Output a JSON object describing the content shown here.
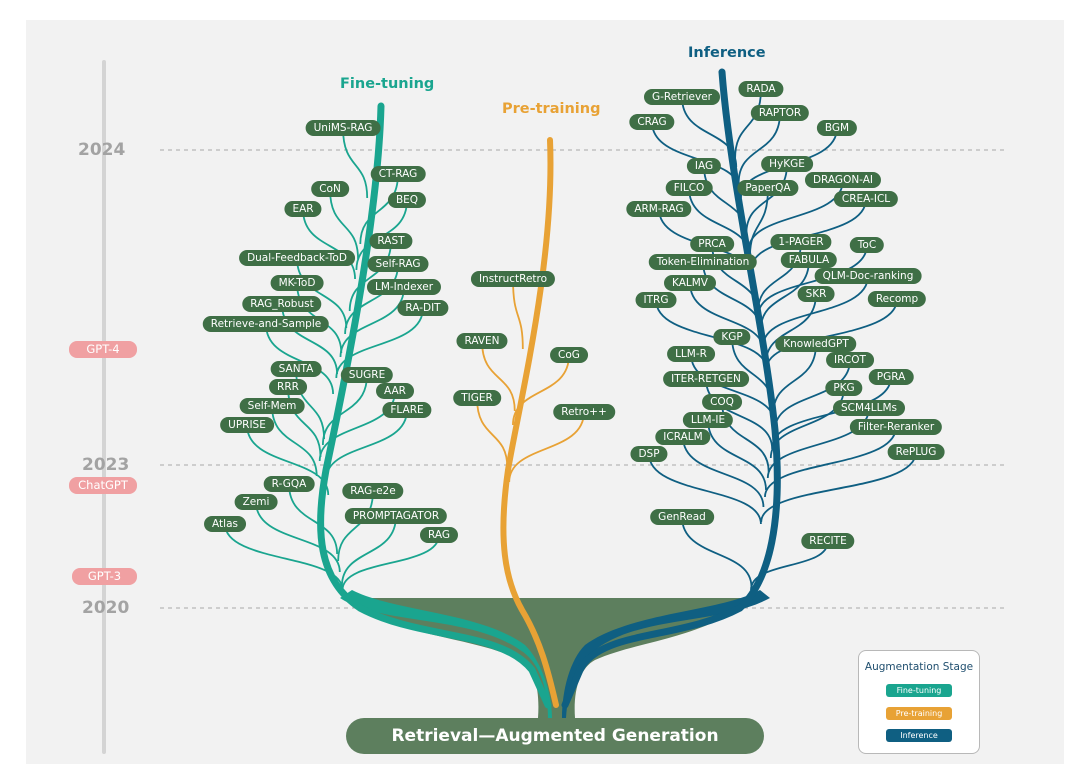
{
  "root": {
    "label": "Retrieval—Augmented Generation"
  },
  "years": [
    "2024",
    "2023",
    "2020"
  ],
  "eras": [
    "GPT-4",
    "ChatGPT",
    "GPT-3"
  ],
  "branches": {
    "fine_tuning": {
      "label": "Fine-tuning",
      "color": "#1aa58f"
    },
    "pre_training": {
      "label": "Pre-training",
      "color": "#e8a235"
    },
    "inference": {
      "label": "Inference",
      "color": "#0f5f82"
    }
  },
  "nodes": {
    "fine_tuning": [
      "UniMS-RAG",
      "CT-RAG",
      "CoN",
      "BEQ",
      "EAR",
      "RAST",
      "Dual-Feedback-ToD",
      "Self-RAG",
      "MK-ToD",
      "LM-Indexer",
      "RAG_Robust",
      "RA-DIT",
      "Retrieve-and-Sample",
      "SANTA",
      "SUGRE",
      "RRR",
      "AAR",
      "Self-Mem",
      "FLARE",
      "UPRISE",
      "R-GQA",
      "RAG-e2e",
      "Zemi",
      "PROMPTAGATOR",
      "Atlas",
      "RAG"
    ],
    "pre_training": [
      "InstructRetro",
      "RAVEN",
      "CoG",
      "TIGER",
      "Retro++"
    ],
    "inference": [
      "G-Retriever",
      "RADA",
      "RAPTOR",
      "CRAG",
      "BGM",
      "IAG",
      "HyKGE",
      "DRAGON-AI",
      "FILCO",
      "PaperQA",
      "CREA-ICL",
      "ARM-RAG",
      "PRCA",
      "1-PAGER",
      "ToC",
      "Token-Elimination",
      "FABULA",
      "QLM-Doc-ranking",
      "KALMV",
      "SKR",
      "ITRG",
      "Recomp",
      "KGP",
      "KnowledGPT",
      "LLM-R",
      "IRCOT",
      "ITER-RETGEN",
      "PGRA",
      "PKG",
      "COQ",
      "SCM4LLMs",
      "LLM-IE",
      "Filter-Reranker",
      "ICRALM",
      "DSP",
      "RePLUG",
      "GenRead",
      "RECITE"
    ]
  },
  "legend": {
    "title": "Augmentation Stage",
    "items": [
      "Fine-tuning",
      "Pre-training",
      "Inference"
    ]
  }
}
